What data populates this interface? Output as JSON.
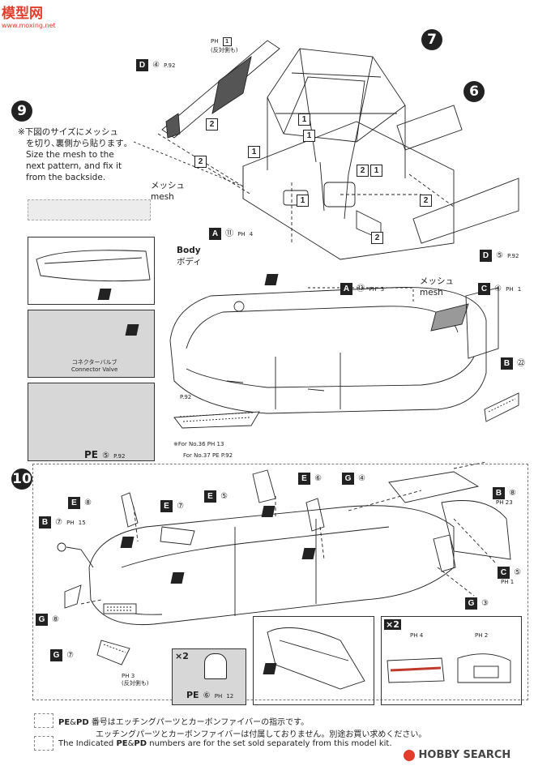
{
  "watermark": {
    "site_name": "模型网",
    "site_url": "www.moxing.net"
  },
  "step9": {
    "number": "9",
    "note_ja_1": "※下図のサイズにメッシュ",
    "note_ja_2": "を切り､裏側から貼ります｡",
    "note_en_1": "Size the mesh to the",
    "note_en_2": "next pattern, and fix it",
    "note_en_3": "from the backside.",
    "mesh_ja": "メッシュ",
    "mesh_en": "mesh",
    "connector_ja": "コネクターバルブ",
    "connector_en": "Connector Valve",
    "pe_label": "PE",
    "pe_num": "⑤",
    "pe_page": "P.92"
  },
  "step7": {
    "number": "7"
  },
  "step6": {
    "number": "6"
  },
  "roll_cage": {
    "part_d4": {
      "letter": "D",
      "num": "④",
      "page": "P.92"
    },
    "part_d5": {
      "letter": "D",
      "num": "⑤",
      "page": "P.92"
    },
    "ph_label": "PH",
    "ph_num": "1",
    "opposite_side": "(反対側も)",
    "labels": [
      "2",
      "2",
      "1",
      "1",
      "1",
      "2",
      "1",
      "1",
      "2",
      "2"
    ]
  },
  "body": {
    "label_en": "Body",
    "label_ja": "ボディ",
    "part_a11": {
      "letter": "A",
      "num": "⑪",
      "ph": "PH",
      "ph_num": "4"
    },
    "part_a13": {
      "letter": "A",
      "num": "⑬",
      "ph": "PH",
      "ph_num": "3"
    },
    "mesh_ja": "メッシュ",
    "mesh_en": "mesh",
    "part_c4": {
      "letter": "C",
      "num": "④",
      "ph": "PH",
      "ph_num": "1"
    },
    "part_b22": {
      "letter": "B",
      "num": "㉒"
    },
    "grille_page": "P.92",
    "for36": "※For No.36",
    "for36_ph": "PH",
    "for36_num": "13",
    "for37": "For No.37",
    "for37_pe": "PE",
    "for37_page": "P.92"
  },
  "step10": {
    "number": "10",
    "parts": [
      {
        "id": "e8",
        "letter": "E",
        "num": "⑧"
      },
      {
        "id": "e7",
        "letter": "E",
        "num": "⑦"
      },
      {
        "id": "e5",
        "letter": "E",
        "num": "⑤"
      },
      {
        "id": "e6",
        "letter": "E",
        "num": "⑥"
      },
      {
        "id": "g4",
        "letter": "G",
        "num": "④"
      },
      {
        "id": "b8",
        "letter": "B",
        "num": "⑧"
      },
      {
        "id": "b7",
        "letter": "B",
        "num": "⑦"
      },
      {
        "id": "c5",
        "letter": "C",
        "num": "⑤"
      },
      {
        "id": "g3",
        "letter": "G",
        "num": "③"
      },
      {
        "id": "g8",
        "letter": "G",
        "num": "⑧"
      },
      {
        "id": "g7",
        "letter": "G",
        "num": "⑦"
      }
    ],
    "b8_ph": "PH",
    "b8_ph_num": "23",
    "b7_ph": "PH",
    "b7_ph_num": "15",
    "c5_ph": "PH",
    "c5_ph_num": "1",
    "g7_ph": "PH",
    "g7_ph_num": "3",
    "opposite_side": "(反対側も)",
    "x2_a": "×2",
    "x2_b": "×2",
    "pe6": "PE",
    "pe6_num": "⑥",
    "pe6_ph": "PH",
    "pe6_ph_num": "12",
    "ph_x2_a": "PH",
    "ph_x2_a_num": "4",
    "ph_x2_b": "PH",
    "ph_x2_b_num": "2"
  },
  "footer": {
    "pe": "PE",
    "pd": "PD",
    "line1_ja": "番号はエッチングパーツとカーボンファイバーの指示です。",
    "line2_ja": "エッチングパーツとカーボンファイバーは付属しておりません。別途お買い求めください。",
    "line3_en_a": "The Indicated",
    "line3_en_b": "numbers are for the set sold separately from this model kit.",
    "brand": "HOBBY SEARCH"
  },
  "colors": {
    "ink": "#222222",
    "gray_panel": "#d7d7d7",
    "carbon": "#555555",
    "watermark_red": "#e23c2c"
  }
}
